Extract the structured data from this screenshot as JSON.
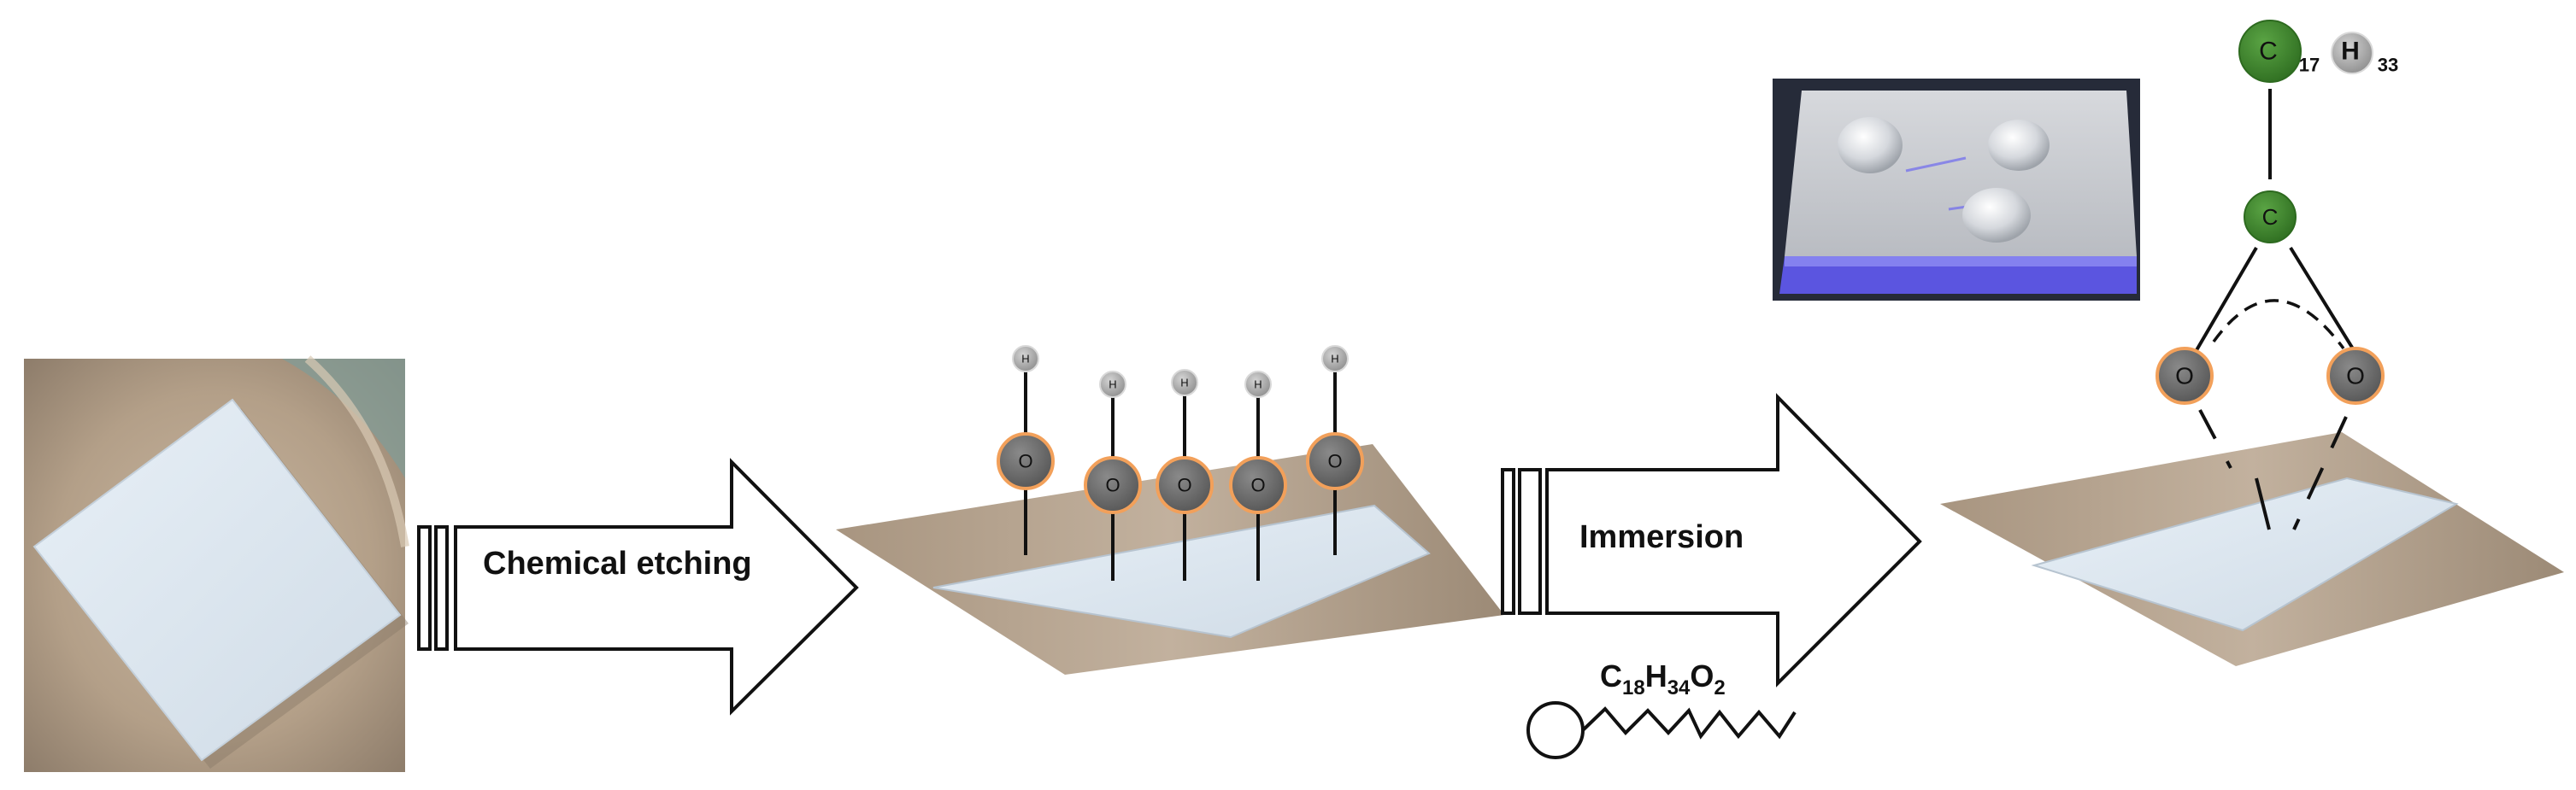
{
  "steps": {
    "etching_label": "Chemical etching",
    "immersion_label": "Immersion"
  },
  "formula": {
    "c": "C",
    "c_sub": "18",
    "h": "H",
    "h_sub": "34",
    "o": "O",
    "o_sub": "2"
  },
  "atoms": {
    "oxygen": "O",
    "hydrogen": "H",
    "carbon": "C",
    "chain_c_sub": "17",
    "chain_h": "H",
    "chain_h_sub": "33"
  },
  "colors": {
    "substrate": "#dfe9f3",
    "plate_photo": "#b8a691",
    "oxygen_fill": "#6b6b6b",
    "oxygen_ring": "#f2a05a",
    "carbon": "#3f8a2e",
    "hydrogen": "#a8a8a8"
  },
  "icons": [
    "photo-substrate",
    "arrow-right",
    "hydroxyl-group",
    "oleic-acid-molecule",
    "water-droplet-photo",
    "bidentate-carboxylate"
  ]
}
